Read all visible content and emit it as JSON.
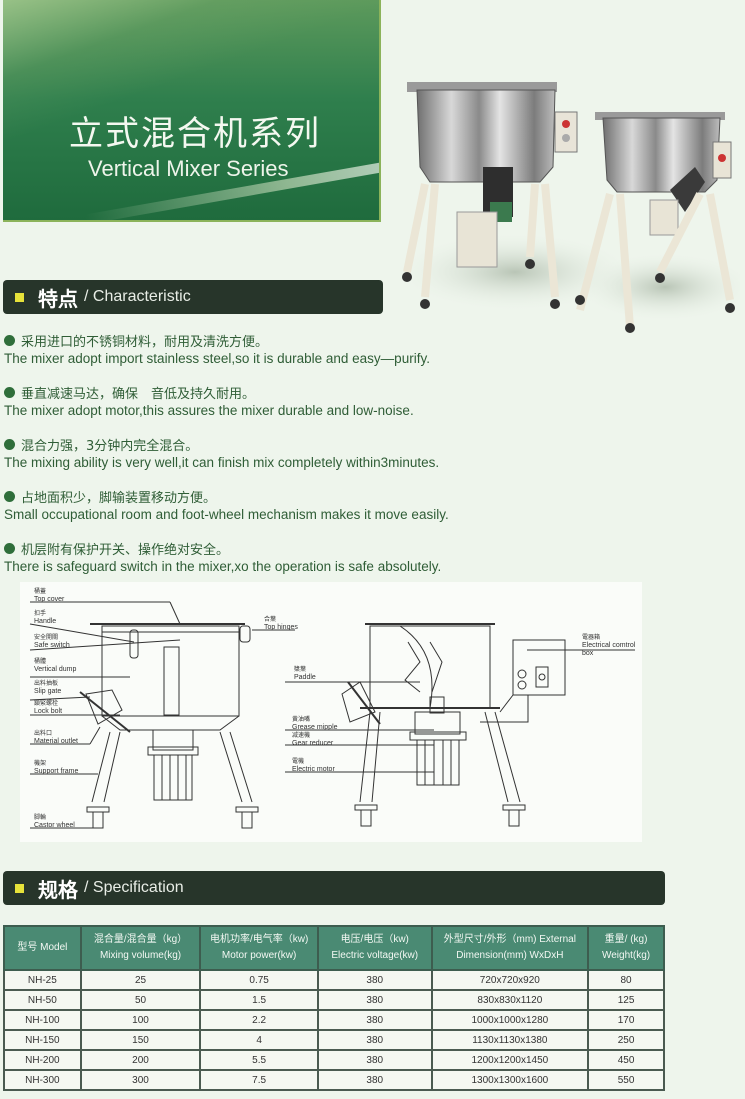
{
  "banner": {
    "title_cn": "立式混合机系列",
    "title_en": "Vertical Mixer Series",
    "colors": {
      "green_dark": "#1f6b3d",
      "green_light": "#5d9a5c",
      "border": "#8bb35a"
    }
  },
  "product_photo": {
    "description": "two-stainless-steel-vertical-mixers-on-wheels"
  },
  "characteristic": {
    "title_cn": "特点",
    "title_en": "/ Characteristic",
    "items": [
      {
        "cn": "采用进口的不锈铜材料，耐用及清洗方便。",
        "en": "The mixer adopt import stainless steel,so it is durable and easy—purify."
      },
      {
        "cn": "垂直减速马达，确保　音低及持久耐用。",
        "en": "The mixer adopt motor,this assures the mixer durable and low-noise."
      },
      {
        "cn": "混合力强，3分钟内完全混合。",
        "en": "The mixing ability is very well,it can finish mix completely within3minutes."
      },
      {
        "cn": "占地面积少，脚输装置移动方便。",
        "en": "Small occupational room and foot-wheel mechanism makes it move easily."
      },
      {
        "cn": "机层附有保护开关、操作绝对安全。",
        "en": "There is safeguard switch in the mixer,xo the operation is safe absolutely."
      }
    ]
  },
  "diagram": {
    "labels_left": [
      {
        "cn": "桶蓋",
        "en": "Top cover"
      },
      {
        "cn": "扣手",
        "en": "Handle"
      },
      {
        "cn": "安全開關",
        "en": "Safe switch"
      },
      {
        "cn": "桶體",
        "en": "Vertical dump"
      },
      {
        "cn": "出料抽板",
        "en": "Slip gate"
      },
      {
        "cn": "鎖緊螺栓",
        "en": "Lock bolt"
      },
      {
        "cn": "出料口",
        "en": "Material outlet"
      },
      {
        "cn": "機架",
        "en": "Support frame"
      },
      {
        "cn": "脚輪",
        "en": "Castor wheel"
      }
    ],
    "labels_middle": [
      {
        "cn": "合葉",
        "en": "Top hinges"
      },
      {
        "cn": "槳葉",
        "en": "Paddle"
      },
      {
        "cn": "黄油嘴",
        "en": "Grease mipple"
      },
      {
        "cn": "减速機",
        "en": "Gear reducer"
      },
      {
        "cn": "電機",
        "en": "Electric motor"
      }
    ],
    "labels_right": [
      {
        "cn": "電器箱",
        "en": "Electrical comtrol box"
      }
    ]
  },
  "specification": {
    "title_cn": "规格",
    "title_en": "/ Specification",
    "headers": [
      {
        "l1": "型号 Model",
        "l2": ""
      },
      {
        "l1": "混合量/混合量（kg）",
        "l2": "Mixing volume(kg)"
      },
      {
        "l1": "电机功率/电气率（kw)",
        "l2": "Motor power(kw)"
      },
      {
        "l1": "电压/电压（kw)",
        "l2": "Electric voltage(kw)"
      },
      {
        "l1": "外型尺寸/外形（mm) External",
        "l2": "Dimension(mm) WxDxH"
      },
      {
        "l1": "重量/ (kg)",
        "l2": "Weight(kg)"
      }
    ],
    "rows": [
      [
        "NH-25",
        "25",
        "0.75",
        "380",
        "720x720x920",
        "80"
      ],
      [
        "NH-50",
        "50",
        "1.5",
        "380",
        "830x830x1120",
        "125"
      ],
      [
        "NH-100",
        "100",
        "2.2",
        "380",
        "1000x1000x1280",
        "170"
      ],
      [
        "NH-150",
        "150",
        "4",
        "380",
        "1130x1130x1380",
        "250"
      ],
      [
        "NH-200",
        "200",
        "5.5",
        "380",
        "1200x1200x1450",
        "450"
      ],
      [
        "NH-300",
        "300",
        "7.5",
        "380",
        "1300x1300x1600",
        "550"
      ]
    ],
    "colors": {
      "header_bg": "#4a8a73",
      "bar_bg": "#27352a",
      "accent_square": "#e6e23a"
    }
  }
}
